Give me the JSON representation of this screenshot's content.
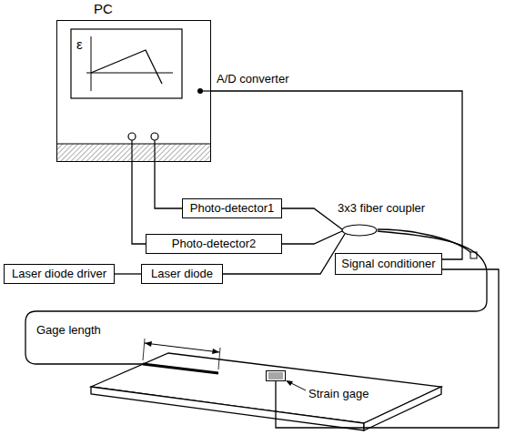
{
  "diagram": {
    "nodes": [
      {
        "text": [
          "PC"
        ]
      },
      {
        "text": [
          "Photo-detector1"
        ]
      },
      {
        "text": [
          "Photo-detector2"
        ]
      },
      {
        "text": [
          "Laser diode driver"
        ]
      },
      {
        "text": [
          "Laser diode"
        ]
      },
      {
        "text": [
          "Signal conditioner"
        ]
      },
      {
        "text": [
          "3x3 fiber coupler"
        ]
      },
      {
        "text": [
          "Strain gage"
        ]
      }
    ],
    "edges": [
      {
        "from": 0,
        "to": 1,
        "arrow": "none"
      },
      {
        "from": 0,
        "to": 2,
        "arrow": "none"
      },
      {
        "from": 0,
        "to": 5,
        "arrow": "none"
      },
      {
        "from": 1,
        "to": 6,
        "arrow": "none"
      },
      {
        "from": 2,
        "to": 6,
        "arrow": "none"
      },
      {
        "from": 3,
        "to": 4,
        "arrow": "none"
      },
      {
        "from": 4,
        "to": 6,
        "arrow": "none"
      },
      {
        "from": 5,
        "to": 7,
        "arrow": "none"
      }
    ],
    "labels": [
      "ε",
      "A/D converter",
      "Gage length"
    ]
  }
}
